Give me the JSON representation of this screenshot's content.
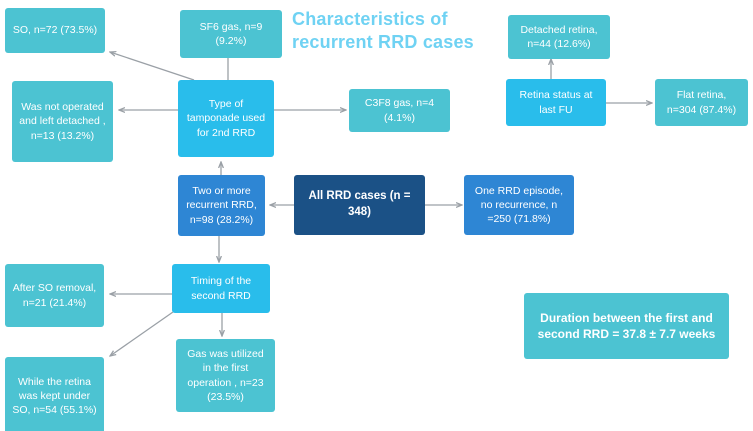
{
  "title": {
    "text": "Characteristics of\nrecurrent RRD cases",
    "color": "#6fd2f3"
  },
  "colors": {
    "teal": "#4cc3d2",
    "cyan": "#29bdeb",
    "blue": "#2e86d4",
    "navy": "#1b5186",
    "arrow": "#9aa0a6",
    "background": "#ffffff",
    "text": "#ffffff"
  },
  "nodes": {
    "root": "All RRD cases (n = 348)",
    "no_recurrence": "One RRD episode, no recurrence, n =250 (71.8%)",
    "two_or_more": "Two or more recurrent RRD, n=98 (28.2%)",
    "tamponade_type": "Type of tamponade used for 2nd RRD",
    "so": "SO, n=72 (73.5%)",
    "sf6": "SF6 gas, n=9 (9.2%)",
    "c3f8": "C3F8 gas, n=4 (4.1%)",
    "not_operated": "Was not operated and left detached , n=13 (13.2%)",
    "timing": "Timing of the second RRD",
    "after_so_removal": "After SO removal, n=21 (21.4%)",
    "under_so": "While the retina was kept under SO, n=54 (55.1%)",
    "gas_first_op": "Gas was utilized in the first operation , n=23 (23.5%)",
    "retina_status": "Retina status at last FU",
    "detached_retina": "Detached retina, n=44 (12.6%)",
    "flat_retina": "Flat retina, n=304 (87.4%)",
    "duration": "Duration between the first and second RRD =  37.8 ± 7.7 weeks"
  }
}
